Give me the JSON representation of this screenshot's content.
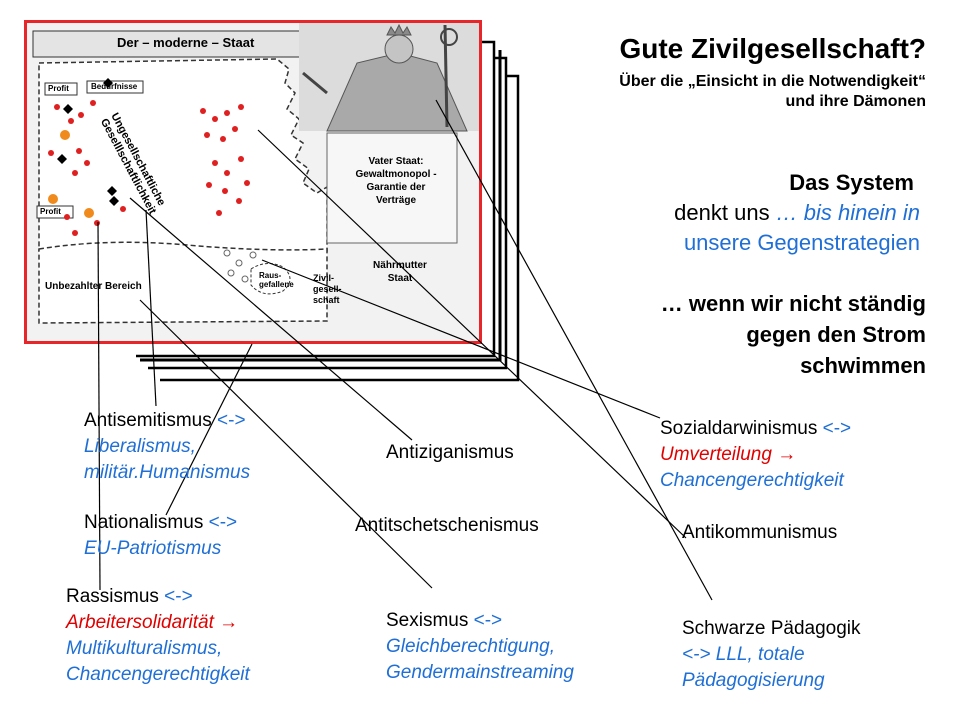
{
  "header": {
    "title": "Gute Zivilgesellschaft?",
    "subtitle_line1": "Über die „Einsicht in die Notwendigkeit“",
    "subtitle_line2": "und ihre Dämonen"
  },
  "system": {
    "line1": "Das System",
    "line2_black": "denkt uns",
    "line2_blue": " … bis hinein in",
    "line3_blue": "unsere Gegenstrategien"
  },
  "strom": {
    "line1": "… wenn wir nicht ständig",
    "line2": "gegen den Strom",
    "line3": "schwimmen"
  },
  "image": {
    "state_title": "Der – moderne – Staat",
    "profit_top": "Profit",
    "beduerfnisse": "Bedürfnisse",
    "profit_bottom": "Profit",
    "ungesellschaftliche_1": "Ungesellschaftliche",
    "ungesellschaftliche_2": "Geselllschaftlichkeit",
    "vater_1": "Vater Staat:",
    "vater_2": "Gewaltmonopol -",
    "vater_3": "Garantie der",
    "vater_4": "Verträge",
    "unbezahlt": "Unbezahlter Bereich",
    "raus_1": "Raus-",
    "raus_2": "gefallene",
    "zivil_1": "Zivil-",
    "zivil_2": "gesell-",
    "zivil_3": "schaft",
    "naehr_1": "Nährmutter",
    "naehr_2": "Staat"
  },
  "labels": {
    "antisemitismus": "Antisemitismus",
    "antisemitismus_arrow": " <->",
    "liberalismus": "Liberalismus,",
    "humanismus": "militär.Humanismus",
    "nationalismus": "Nationalismus",
    "nationalismus_arrow": " <->",
    "eu": "EU-Patriotismus",
    "rassismus": "Rassismus",
    "rassismus_arrow": " <->",
    "arbeiter": "Arbeitersolidarität  ",
    "arbeiter_arrow": "→",
    "multi": "Multikulturalismus,",
    "chancen1": "Chancengerechtigkeit",
    "antiziganismus": "Antiziganismus",
    "antitschetschenismus": "Antitschetschenismus",
    "sexismus": "Sexismus",
    "sexismus_arrow": " <->",
    "gleich": "Gleichberechtigung,",
    "gender": "Gendermainstreaming",
    "sozial": "Sozialdarwinismus",
    "sozial_arrow": " <->",
    "umvert": "Umverteilung  ",
    "umvert_arrow": "→",
    "chancen2": "Chancengerechtigkeit",
    "antikomm": "Antikommunismus",
    "schwarze": "Schwarze Pädagogik",
    "lll": "<-> LLL, totale",
    "paed": "Pädagogisierung"
  },
  "colors": {
    "frame_red": "#e8262a",
    "text_blue": "#1f6fd6",
    "text_red": "#e00000",
    "dot_red": "#e02020",
    "burst_orange": "#f08a1c"
  },
  "icons": {
    "leviathan": "leviathan-figure-illustration"
  }
}
